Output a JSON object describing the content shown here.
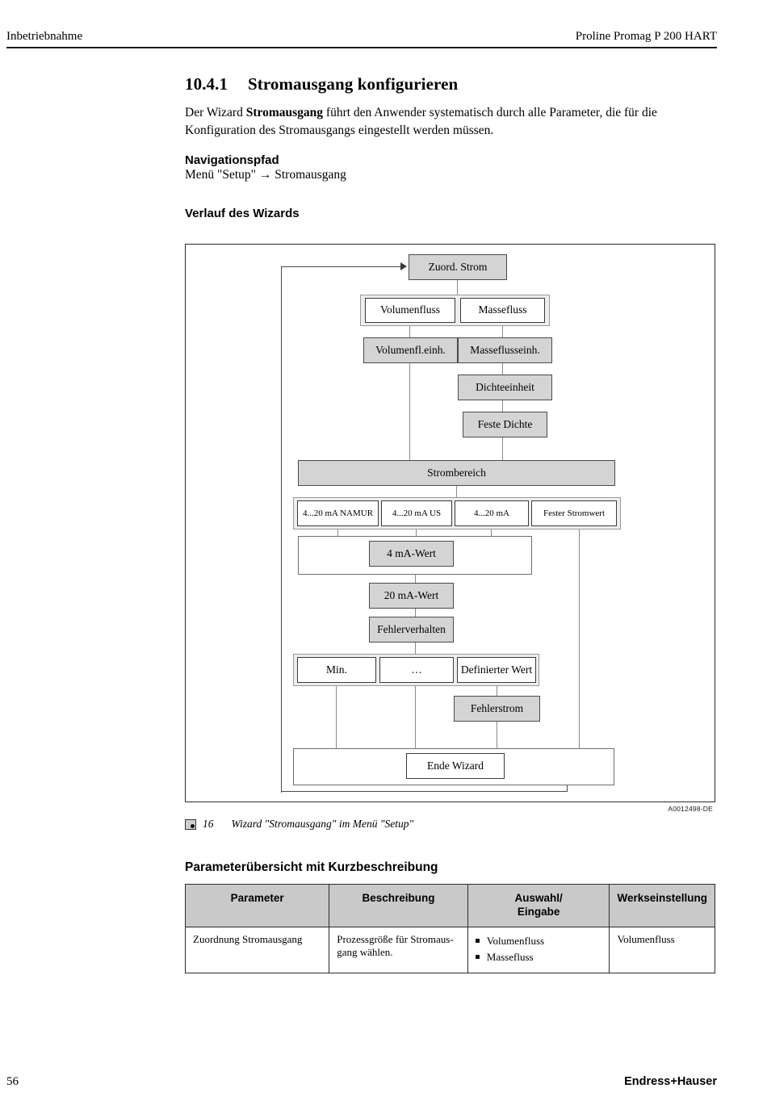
{
  "header": {
    "left": "Inbetriebnahme",
    "right": "Proline Promag P 200 HART"
  },
  "section": {
    "number": "10.4.1",
    "title": "Stromausgang konfigurieren",
    "intro_before": "Der Wizard ",
    "intro_bold": "Stromausgang",
    "intro_after": " führt den Anwender systematisch durch alle Parameter, die für die Konfiguration des Stromausgangs eingestellt werden müssen.",
    "navigation_heading": "Navigationspfad",
    "navigation_path": "Menü \"Setup\" → Stromausgang",
    "wizard_flow_heading": "Verlauf des Wizards"
  },
  "figure": {
    "code": "A0012498-DE",
    "caption_number": "16",
    "caption_text": "Wizard \"Stromausgang\" im Menü \"Setup\"",
    "nodes": {
      "zuord_strom": "Zuord. Strom",
      "volumenfluss": "Volumenfluss",
      "massefluss": "Massefluss",
      "volumenfl_einh": "Volumenfl.einh.",
      "masseflusseinh": "Masseflusseinh.",
      "dichteeinheit": "Dichteeinheit",
      "feste_dichte": "Feste Dichte",
      "strombereich": "Strombereich",
      "opt_namur": "4...20 mA NAMUR",
      "opt_us": "4...20 mA US",
      "opt_ma": "4...20 mA",
      "opt_fester": "Fester Stromwert",
      "wert_4ma": "4 mA-Wert",
      "wert_20ma": "20 mA-Wert",
      "fehlerverhalten": "Fehlerverhalten",
      "min": "Min.",
      "ellipsis": "…",
      "definierter_wert": "Definierter Wert",
      "fehlerstrom": "Fehlerstrom",
      "ende_wizard": "Ende Wizard"
    }
  },
  "table": {
    "heading": "Parameterübersicht mit Kurzbeschreibung",
    "columns": [
      "Parameter",
      "Auswahl/\nEingabe",
      "Werkseinstellung"
    ],
    "col_parameter": "Parameter",
    "col_beschreibung": "Beschreibung",
    "col_auswahl_line1": "Auswahl/",
    "col_auswahl_line2": "Eingabe",
    "col_werkseinstellung": "Werkseinstellung",
    "rows": [
      {
        "parameter": "Zuordnung Stromausgang",
        "beschreibung": "Prozessgröße für Stromaus­gang wählen.",
        "auswahl": [
          "Volumenfluss",
          "Massefluss"
        ],
        "werkseinstellung": "Volumenfluss"
      }
    ]
  },
  "footer": {
    "page_number": "56",
    "company": "Endress+Hauser"
  }
}
